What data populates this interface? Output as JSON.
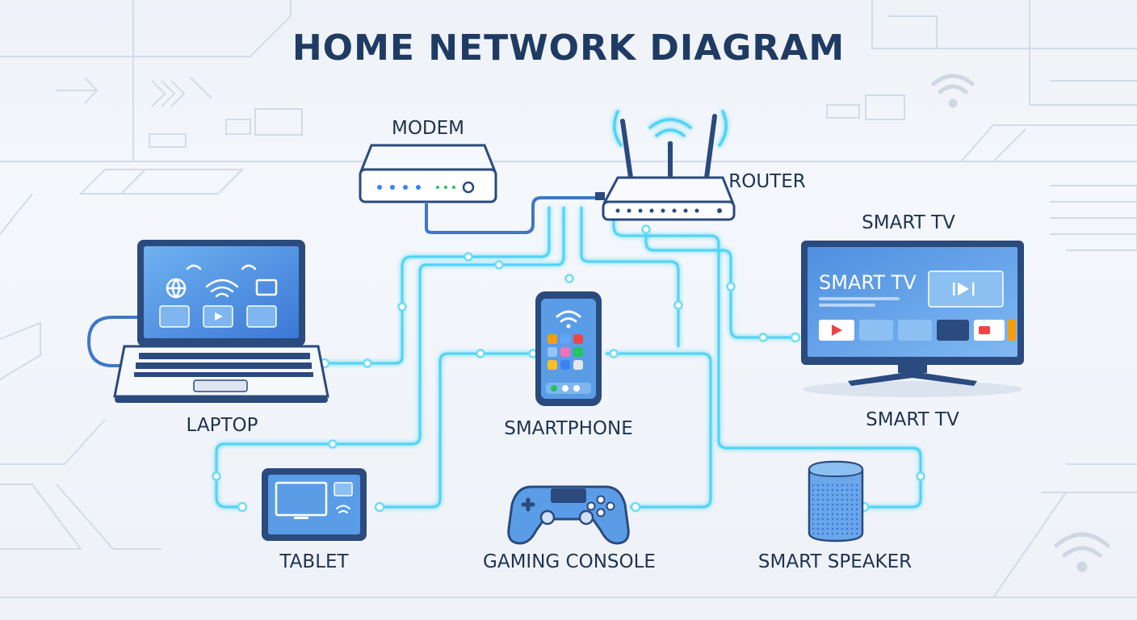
{
  "title": "HOME NETWORK DIAGRAM",
  "nodes": {
    "modem": "MODEM",
    "router": "ROUTER",
    "smart_tv_top": "SMART TV",
    "laptop": "LAPTOP",
    "smartphone": "SMARTPHONE",
    "smart_tv": "SMART TV",
    "tablet": "TABLET",
    "gaming_console": "GAMING CONSOLE",
    "smart_speaker": "SMART SPEAKER"
  },
  "tv_screen_title": "SMART TV",
  "colors": {
    "title": "#1f3b63",
    "device_body": "#2b4a7e",
    "screen": "#4a8fe0",
    "wire_glow": "#4fd4f5",
    "background": "#eef2f7"
  }
}
